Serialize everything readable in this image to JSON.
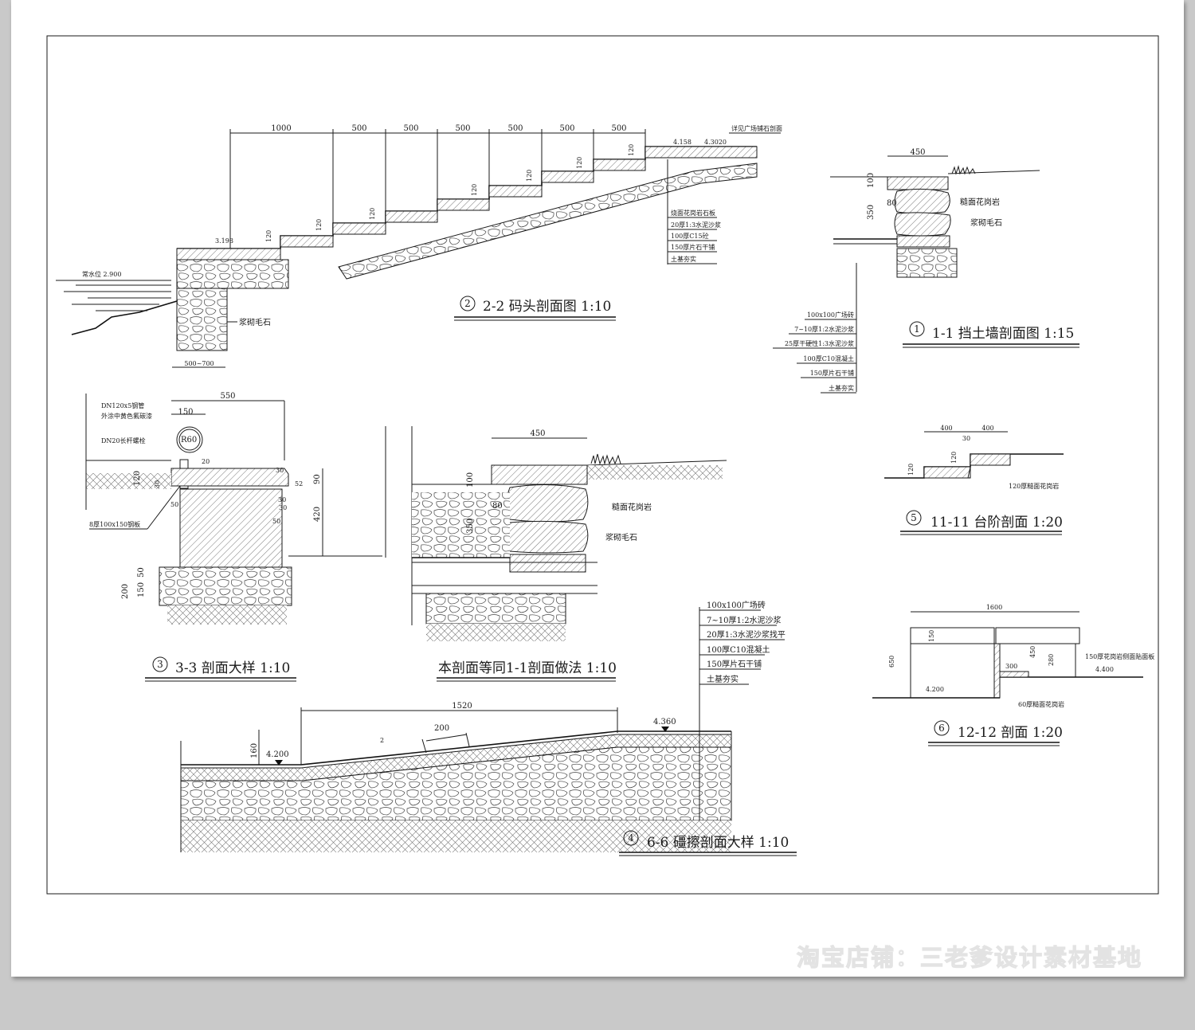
{
  "watermark": "淘宝店铺：三老爹设计素材基地",
  "sections": {
    "s2": {
      "number": "2",
      "title": "2-2 码头剖面图   1:10",
      "top_dims": [
        "1000",
        "500",
        "500",
        "500",
        "500",
        "500",
        "500"
      ],
      "riser_dims": [
        "120",
        "120",
        "120",
        "120",
        "120",
        "120",
        "120"
      ],
      "elev_top": "4.158",
      "elev_bottom": "3.198",
      "elev_right": "4.3020",
      "water_level": "常水位 2.900",
      "top_note": "详见广场铺石剖面",
      "layers": [
        "烧面花岗岩石板",
        "20厚1:3水泥沙浆",
        "100厚C15砼",
        "150厚片石干铺",
        "土基夯实"
      ],
      "stone_label": "浆砌毛石",
      "base_dim": "500~700"
    },
    "s1": {
      "number": "1",
      "title": "1-1 挡土墙剖面图   1:15",
      "dim_top": "450",
      "dim_v1": "100",
      "dim_v2": "350",
      "dim_80": "80",
      "granite_label": "糙面花岗岩",
      "stone_label": "浆砌毛石",
      "layers": [
        "100x100广场砖",
        "7~10厚1:2水泥沙浆",
        "25厚干硬性1:3水泥沙浆",
        "100厚C10混凝土",
        "150厚片石干铺",
        "土基夯实"
      ]
    },
    "s3": {
      "number": "3",
      "title": "3-3 剖面大样   1:10",
      "dim_top": "550",
      "dim_150": "150",
      "r60": "R60",
      "dim_420": "420",
      "dim_90": "90",
      "dim_200": "200",
      "dim_150v": "150",
      "dim_50": "50",
      "dim_120": "120",
      "dim_30": "30",
      "dim_20": "20",
      "dim_30b": "30",
      "dim_52": "52",
      "dim_30c": "30",
      "dim_50b": "50",
      "dim_50c": "50",
      "dim_30d": "30",
      "pipe_note1": "DN120x5钢管",
      "pipe_note2": "外涂中黄色氟碳漆",
      "bolt_note": "DN20长杆螺栓",
      "plate_note": "8厚100x150钢板"
    },
    "sB": {
      "title": "本剖面等同1-1剖面做法   1:10",
      "dim_top": "450",
      "dim_v1": "100",
      "dim_v2": "350",
      "dim_80": "80",
      "granite_label": "糙面花岗岩",
      "stone_label": "浆砌毛石",
      "layers": [
        "100x100广场砖",
        "7~10厚1:2水泥沙浆",
        "20厚1:3水泥沙浆找平",
        "100厚C10混凝土",
        "150厚片石干铺",
        "土基夯实"
      ]
    },
    "s5": {
      "number": "5",
      "title": "11-11 台阶剖面   1:20",
      "dims": [
        "400",
        "400"
      ],
      "riser_dims": [
        "120",
        "120"
      ],
      "mid": "30",
      "note": "120厚糙面花岗岩"
    },
    "s6": {
      "number": "6",
      "title": "12-12 剖面   1:20",
      "dim_top": "1600",
      "dim_650": "650",
      "dim_150": "150",
      "dim_450": "450",
      "dim_280": "280",
      "dim_300": "300",
      "elev_low": "4.200",
      "elev_high": "4.400",
      "note_right": "150厚花岗岩侧面贴面板",
      "note_bottom": "60厚糙面花岗岩"
    },
    "s4": {
      "number": "4",
      "title": "6-6 礓擦剖面大样   1:10",
      "dim_top": "1520",
      "dim_200": "200",
      "dim_160": "160",
      "dim_small": "2",
      "elev_low": "4.200",
      "elev_high": "4.360"
    }
  }
}
